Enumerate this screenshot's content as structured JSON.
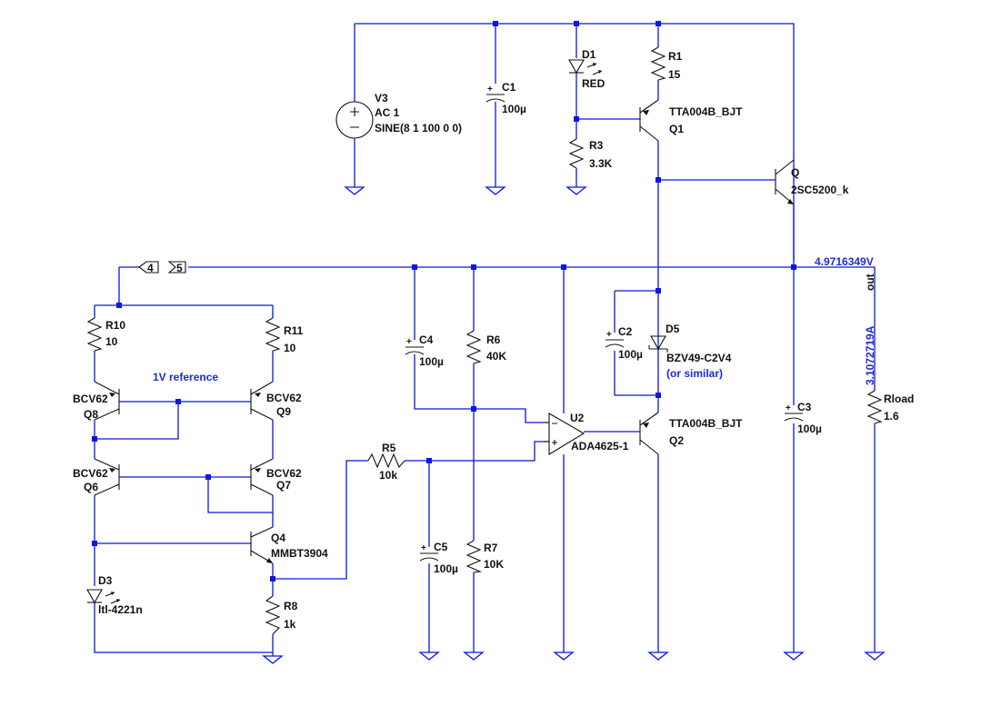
{
  "components": {
    "V3": {
      "ref": "V3",
      "line1": "AC 1",
      "line2": "SINE(8 1 100 0 0)"
    },
    "C1": {
      "ref": "C1",
      "value": "100µ"
    },
    "D1": {
      "ref": "D1",
      "value": "RED"
    },
    "R1": {
      "ref": "R1",
      "value": "15"
    },
    "Q1": {
      "ref": "Q1",
      "model": "TTA004B_BJT"
    },
    "R3": {
      "ref": "R3",
      "value": "3.3K"
    },
    "Q": {
      "ref": "Q",
      "model": "2SC5200_k"
    },
    "C4": {
      "ref": "C4",
      "value": "100µ"
    },
    "R6": {
      "ref": "R6",
      "value": "40K"
    },
    "C2": {
      "ref": "C2",
      "value": "100µ"
    },
    "D5": {
      "ref": "D5",
      "value": "BZV49-C2V4",
      "note": "(or similar)"
    },
    "C3": {
      "ref": "C3",
      "value": "100µ"
    },
    "Rload": {
      "ref": "Rload",
      "value": "1.6"
    },
    "R10": {
      "ref": "R10",
      "value": "10"
    },
    "R11": {
      "ref": "R11",
      "value": "10"
    },
    "Q8": {
      "ref": "Q8",
      "model": "BCV62"
    },
    "Q9": {
      "ref": "Q9",
      "model": "BCV62"
    },
    "Q6": {
      "ref": "Q6",
      "model": "BCV62"
    },
    "Q7": {
      "ref": "Q7",
      "model": "BCV62"
    },
    "Q4": {
      "ref": "Q4",
      "model": "MMBT3904"
    },
    "R5": {
      "ref": "R5",
      "value": "10k"
    },
    "U2": {
      "ref": "U2",
      "model": "ADA4625-1"
    },
    "Q2": {
      "ref": "Q2",
      "model": "TTA004B_BJT"
    },
    "C5": {
      "ref": "C5",
      "value": "100µ"
    },
    "R7": {
      "ref": "R7",
      "value": "10K"
    },
    "D3": {
      "ref": "D3",
      "value": "ltl-4221n"
    },
    "R8": {
      "ref": "R8",
      "value": "1k"
    }
  },
  "annotations": {
    "reference_label": "1V reference",
    "probe_voltage": "4.9716349V",
    "probe_current": "3.1072719A",
    "net_out": "out",
    "port_4": "4",
    "port_5": "5"
  },
  "colors": {
    "wire": "#0b16e6",
    "component": "#111111",
    "annotation": "#1d2bd8",
    "background": "#ffffff"
  }
}
